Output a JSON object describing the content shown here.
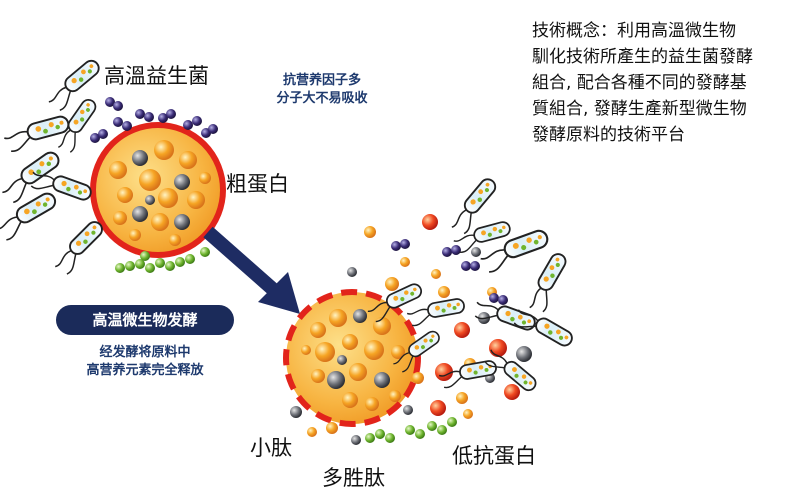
{
  "labels": {
    "probiotic": "高溫益生菌",
    "crude_protein": "粗蛋白",
    "small_peptide": "小肽",
    "polypeptide": "多胜肽",
    "low_antigen_protein": "低抗蛋白"
  },
  "notes": {
    "antinutrient": [
      "抗营养因子多",
      "分子大不易吸收"
    ],
    "process_title": "高温微生物发酵",
    "process_desc": [
      "经发酵将原料中",
      "高营养元素完全释放"
    ]
  },
  "concept_text": [
    "技術概念：利用高溫微生物",
    "馴化技術所產生的益生菌發酵",
    "組合, 配合各種不同的發酵基",
    "質組合, 發酵生產新型微生物",
    "發酵原料的技術平台"
  ],
  "colors": {
    "navy": "#1b2b5a",
    "arrow": "#1e2c63",
    "ring_red": "#e2241b",
    "core_orange": "#f5a623",
    "bead_green": "#6aae2e",
    "bead_purple": "#3a2a6e",
    "bead_gray": "#555a62",
    "bead_red": "#e0301f"
  },
  "icons": {
    "bacteria": "rod-bacterium-icon",
    "molecule": "sphere-molecule-icon"
  }
}
